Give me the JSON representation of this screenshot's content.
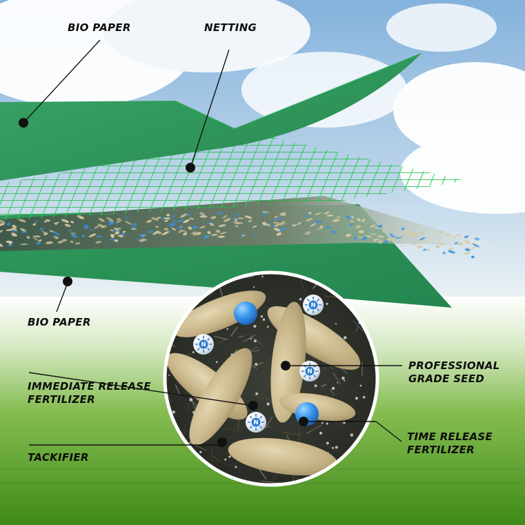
{
  "labels": {
    "bio_paper_top": "BIO PAPER",
    "netting": "NETTING",
    "bio_paper_bottom": "BIO PAPER",
    "seed_line1": "PROFESSIONAL",
    "seed_line2": "GRADE SEED",
    "immediate_line1": "IMMEDIATE RELEASE",
    "immediate_line2": "FERTILIZER",
    "time_line1": "TIME RELEASE",
    "time_line2": "FERTILIZER",
    "tackifier": "TACKIFIER"
  },
  "nutrient_symbol": "N",
  "colors": {
    "sky_top": "#7fb0dc",
    "bio_paper": "#2f9a5a",
    "netting": "#22c24a",
    "grass": "#4f9a22",
    "seed": "#cbb98d",
    "time_release": "#2f8fe8",
    "soil": "#7a3a1e"
  }
}
